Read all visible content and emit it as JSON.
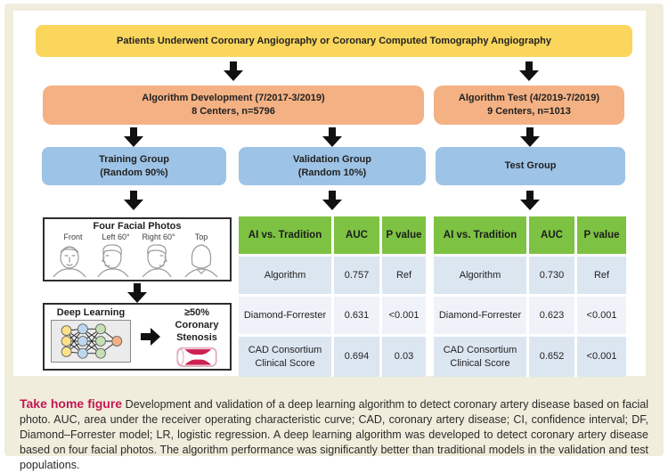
{
  "flowchart": {
    "top_box": "Patients Underwent Coronary Angiography or Coronary Computed Tomography Angiography",
    "development_box": {
      "line1": "Algorithm Development (7/2017-3/2019)",
      "line2": "8 Centers, n=5796"
    },
    "test_box": {
      "line1": "Algorithm Test (4/2019-7/2019)",
      "line2": "9 Centers, n=1013"
    },
    "training_group": {
      "line1": "Training Group",
      "line2": "(Random 90%)"
    },
    "validation_group": {
      "line1": "Validation Group",
      "line2": "(Random 10%)"
    },
    "test_group": {
      "line1": "Test Group"
    }
  },
  "facial_photos": {
    "title": "Four Facial Photos",
    "labels": [
      "Front",
      "Left 60°",
      "Right 60°",
      "Top"
    ]
  },
  "deep_learning": {
    "label": "Deep Learning",
    "outcome_line1": "≥50% Coronary",
    "outcome_line2": "Stenosis"
  },
  "tables": {
    "validation": {
      "headers": [
        "AI vs. Tradition",
        "AUC",
        "P value"
      ],
      "rows": [
        [
          "Algorithm",
          "0.757",
          "Ref"
        ],
        [
          "Diamond-Forrester",
          "0.631",
          "<0.001"
        ],
        [
          "CAD Consortium Clinical Score",
          "0.694",
          "0.03"
        ]
      ]
    },
    "test": {
      "headers": [
        "AI vs. Tradition",
        "AUC",
        "P value"
      ],
      "rows": [
        [
          "Algorithm",
          "0.730",
          "Ref"
        ],
        [
          "Diamond-Forrester",
          "0.623",
          "<0.001"
        ],
        [
          "CAD Consortium Clinical Score",
          "0.652",
          "<0.001"
        ]
      ]
    }
  },
  "caption": {
    "label": "Take home figure",
    "text": "Development and validation of a deep learning algorithm to detect coronary artery disease based on facial photo. AUC, area under the receiver operating characteristic curve; CAD, coronary artery disease; CI, confidence interval; DF, Diamond–Forrester model; LR, logistic regression. A deep learning algorithm was developed to detect coronary artery disease based on four facial photos. The algorithm performance was significantly better than traditional models in the validation and test populations."
  },
  "colors": {
    "cream": "#f0eddc",
    "yellow": "#fbd65c",
    "orange": "#f4b183",
    "blue": "#9dc3e6",
    "green_header": "#7dc242",
    "row_light": "#dce6f1",
    "row_lighter": "#eff3f9",
    "caption_red": "#c41753",
    "plaque_red": "#ce2151"
  }
}
